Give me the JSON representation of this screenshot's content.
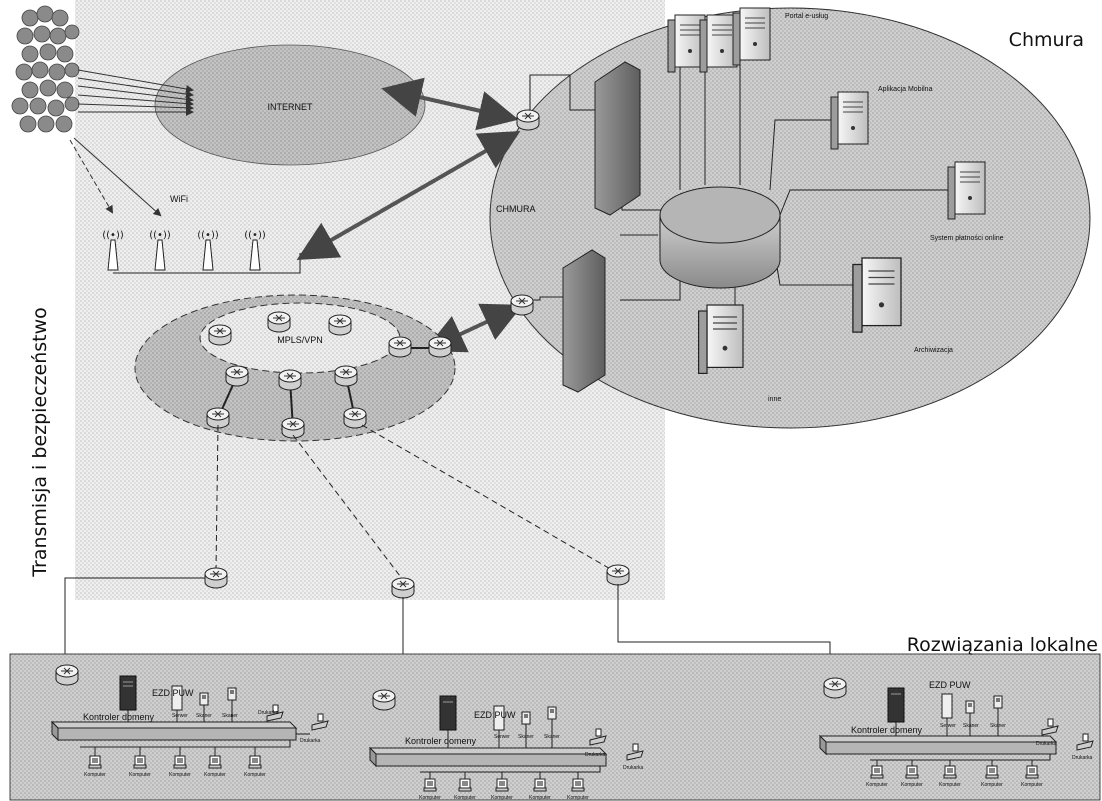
{
  "sections": {
    "cloud_title": "Chmura",
    "transmission_title": "Transmisja i bezpieczeństwo",
    "local_title": "Rozwiązania lokalne"
  },
  "labels": {
    "internet": "INTERNET",
    "wifi": "WiFi",
    "mpls": "MPLS/VPN",
    "cloud": "CHMURA"
  },
  "cloud_servers": {
    "portal": "Portal e-usług",
    "mobile": "Aplikacja Mobilna",
    "payment": "System płatności online",
    "archive": "Archiwizacja",
    "other": "inne"
  },
  "local_sites": [
    {
      "system": "EZD PUW",
      "domain_controller": "Kontroler domeny",
      "server": "Serwer",
      "scanner1": "Skaner",
      "scanner2": "Skaner",
      "printer1": "Drukarka",
      "printer2": "Drukarka",
      "computers": [
        "Komputer",
        "Komputer",
        "Komputer",
        "Komputer",
        "Komputer"
      ]
    },
    {
      "system": "EZD PUW",
      "domain_controller": "Kontroler domeny",
      "server": "Serwer",
      "scanner1": "Skaner",
      "scanner2": "Skaner",
      "printer1": "Drukarka",
      "printer2": "Drukarka",
      "computers": [
        "Komputer",
        "Komputer",
        "Komputer",
        "Komputer",
        "Komputer"
      ]
    },
    {
      "system": "EZD PUW",
      "domain_controller": "Kontroler domeny",
      "server": "Serwer",
      "scanner1": "Skaner",
      "scanner2": "Skaner",
      "printer1": "Drukarka",
      "printer2": "Drukarka",
      "computers": [
        "Komputer",
        "Komputer",
        "Komputer",
        "Komputer",
        "Komputer"
      ]
    }
  ],
  "colors": {
    "zone_fill": "#d9d9d9",
    "internet_fill": "#bdbdbd",
    "mpls_fill": "#a9a9a9",
    "router_fill": "#f2f2f2",
    "firewall_fill": "#8c8c8c",
    "switch_fill": "#b5b5b5"
  }
}
